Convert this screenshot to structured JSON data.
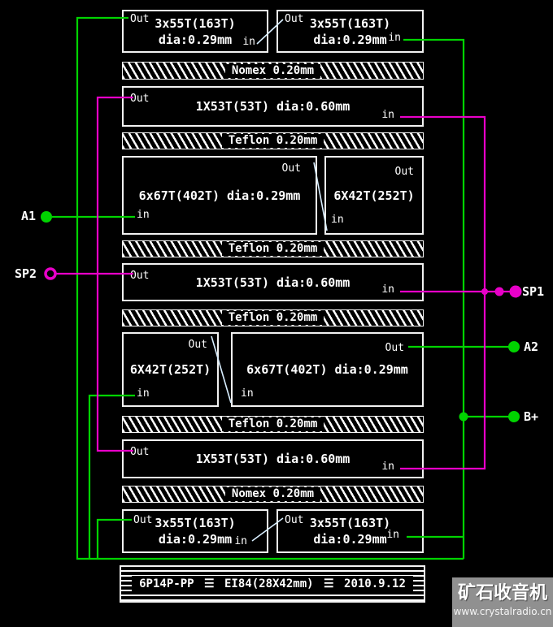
{
  "colors": {
    "background": "#000000",
    "stroke": "#f2f2f2",
    "green": "#00d400",
    "magenta": "#e800c8",
    "slash": "#d8eeff",
    "watermark_bg": "#909090"
  },
  "labels": {
    "out": "Out",
    "in": "in"
  },
  "terminals": {
    "a1": "A1",
    "sp2": "SP2",
    "sp1": "SP1",
    "a2": "A2",
    "bplus": "B+"
  },
  "windings": {
    "t1": {
      "line1": "3x55T(163T)",
      "line2": "dia:0.29mm"
    },
    "t2": {
      "line1": "3x55T(163T)",
      "line2": "dia:0.29mm"
    },
    "s1": {
      "line1": "1X53T(53T) dia:0.60mm"
    },
    "p1": {
      "line1": "6x67T(402T) dia:0.29mm"
    },
    "p2": {
      "line1": "6X42T(252T)"
    },
    "s2": {
      "line1": "1X53T(53T) dia:0.60mm"
    },
    "p3": {
      "line1": "6X42T(252T)"
    },
    "p4": {
      "line1": "6x67T(402T) dia:0.29mm"
    },
    "s3": {
      "line1": "1X53T(53T) dia:0.60mm"
    },
    "b1": {
      "line1": "3x55T(163T)",
      "line2": "dia:0.29mm"
    },
    "b2": {
      "line1": "3x55T(163T)",
      "line2": "dia:0.29mm"
    }
  },
  "insulation": {
    "nomex_top": "Nomex 0.20mm",
    "teflon_1": "Teflon 0.20mm",
    "teflon_2": "Teflon 0.20mm",
    "teflon_3": "Teflon 0.20mm",
    "teflon_4": "Teflon 0.20mm",
    "nomex_bottom": "Nomex 0.20mm"
  },
  "core": {
    "model": "6P14P-PP",
    "separator": "☰",
    "type": "EI84(28X42mm)",
    "date": "2010.9.12"
  },
  "watermark": {
    "title": "矿石收音机",
    "url": "www.crystalradio.cn"
  }
}
